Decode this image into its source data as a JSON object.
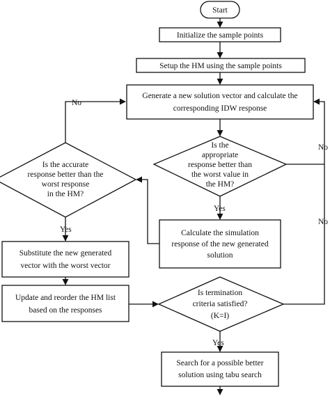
{
  "flowchart": {
    "start": "Start",
    "init": "Initialize the sample points",
    "setup": "Setup the HM using the sample points",
    "generate": [
      "Generate a new solution vector and calculate the",
      "corresponding IDW response"
    ],
    "decision_appropriate": [
      "Is the",
      "appropriate",
      "response better than",
      "the worst value in",
      "the HM?"
    ],
    "decision_accurate": [
      "Is the accurate",
      "response better than the",
      "worst response",
      "in the HM?"
    ],
    "calculate": [
      "Calculate the simulation",
      "response of the new generated",
      "solution"
    ],
    "substitute": [
      "Substitute the new generated",
      "vector with the worst vector"
    ],
    "update": [
      "Update and reorder the HM list",
      "based on the responses"
    ],
    "decision_termination": [
      "Is termination",
      "criteria satisfied?",
      "(K=I)"
    ],
    "search": [
      "Search for a possible better",
      "solution using tabu search"
    ],
    "edge_labels": {
      "no_left": "No",
      "no_right_top": "No",
      "no_right_bottom": "No",
      "yes_appropriate": "Yes",
      "yes_accurate": "Yes",
      "yes_termination": "Yes"
    }
  }
}
